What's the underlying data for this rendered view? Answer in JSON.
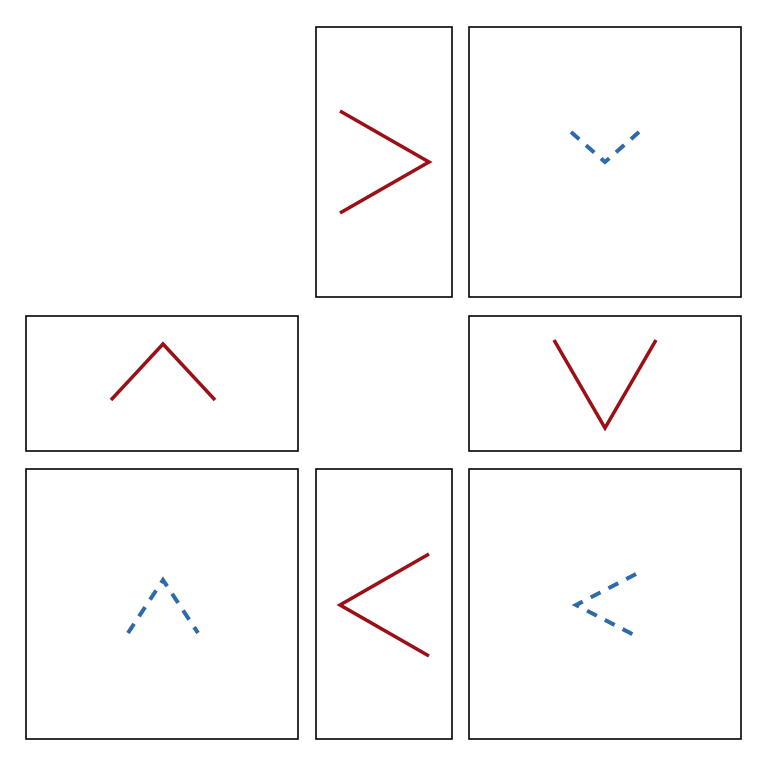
{
  "diagram": {
    "background": "#ffffff",
    "box_stroke": "#000000",
    "colors": {
      "solid": "#9b0f16",
      "dashed": "#2f6aa8"
    },
    "panels": [
      {
        "id": "top-middle",
        "glyph": "chevron-right-icon",
        "style": "solid"
      },
      {
        "id": "top-right",
        "glyph": "chevron-down-icon",
        "style": "dashed"
      },
      {
        "id": "middle-left",
        "glyph": "chevron-up-icon",
        "style": "solid"
      },
      {
        "id": "middle-right",
        "glyph": "chevron-down-icon",
        "style": "solid"
      },
      {
        "id": "bottom-left",
        "glyph": "chevron-up-icon",
        "style": "dashed"
      },
      {
        "id": "bottom-middle",
        "glyph": "chevron-left-icon",
        "style": "solid"
      },
      {
        "id": "bottom-right",
        "glyph": "chevron-left-icon",
        "style": "dashed"
      }
    ]
  }
}
